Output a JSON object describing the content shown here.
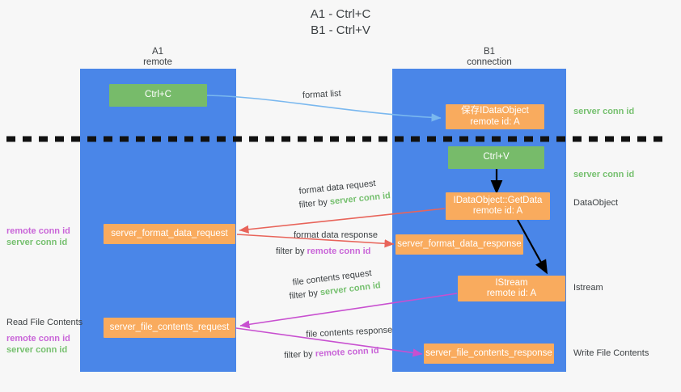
{
  "title": "A1 - Ctrl+C\nB1 - Ctrl+V",
  "columns": [
    {
      "name": "A1",
      "sub": "remote"
    },
    {
      "name": "B1",
      "sub": "connection"
    }
  ],
  "nodes": {
    "ctrl_c": {
      "label": "Ctrl+C"
    },
    "save_idataobject": {
      "line1": "保存IDataObject",
      "line2": "remote id: A"
    },
    "ctrl_v": {
      "label": "Ctrl+V"
    },
    "getdata": {
      "line1": "IDataObject::GetData",
      "line2": "remote id: A"
    },
    "istream": {
      "line1": "IStream",
      "line2": "remote id: A"
    },
    "server_format_data_request": {
      "label": "server_format_data_request"
    },
    "server_format_data_response": {
      "label": "server_format_data_response"
    },
    "server_file_contents_request": {
      "label": "server_file_contents_request"
    },
    "server_file_contents_response": {
      "label": "server_file_contents_response"
    }
  },
  "edge_labels": {
    "format_list": "format list",
    "format_data_request": "format data request",
    "format_data_request_filter_prefix": "filter by",
    "format_data_request_filter_value": "server conn id",
    "format_data_response": "format data response",
    "format_data_response_filter_prefix": "filter by",
    "format_data_response_filter_value": "remote conn id",
    "file_contents_request": "file contents request",
    "file_contents_request_filter_prefix": "filter by",
    "file_contents_request_filter_value": "server conn id",
    "file_contents_response": "file contents response",
    "file_contents_response_filter_prefix": "filter by",
    "file_contents_response_filter_value": "remote conn id"
  },
  "right_labels": {
    "server_conn_id_top": "server conn id",
    "server_conn_id_second": "server conn id",
    "dataobject": "DataObject",
    "istream": "Istream",
    "write_file_contents": "Write File Contents"
  },
  "left_labels": {
    "remote_conn_id_1": "remote conn id",
    "server_conn_id_1": "server conn id",
    "read_file_contents": "Read File Contents",
    "remote_conn_id_2": "remote conn id",
    "server_conn_id_2": "server conn id"
  },
  "colors": {
    "lane": "#4a86e8",
    "green_box": "#77bb6a",
    "orange_box": "#f9ab5e",
    "green_text": "#76c06f",
    "magenta_text": "#c965d8",
    "arrow_blue": "#7ab8ef",
    "arrow_red": "#e8645a",
    "arrow_magenta": "#c850d0",
    "arrow_black": "#000000",
    "background": "#f7f7f7"
  }
}
